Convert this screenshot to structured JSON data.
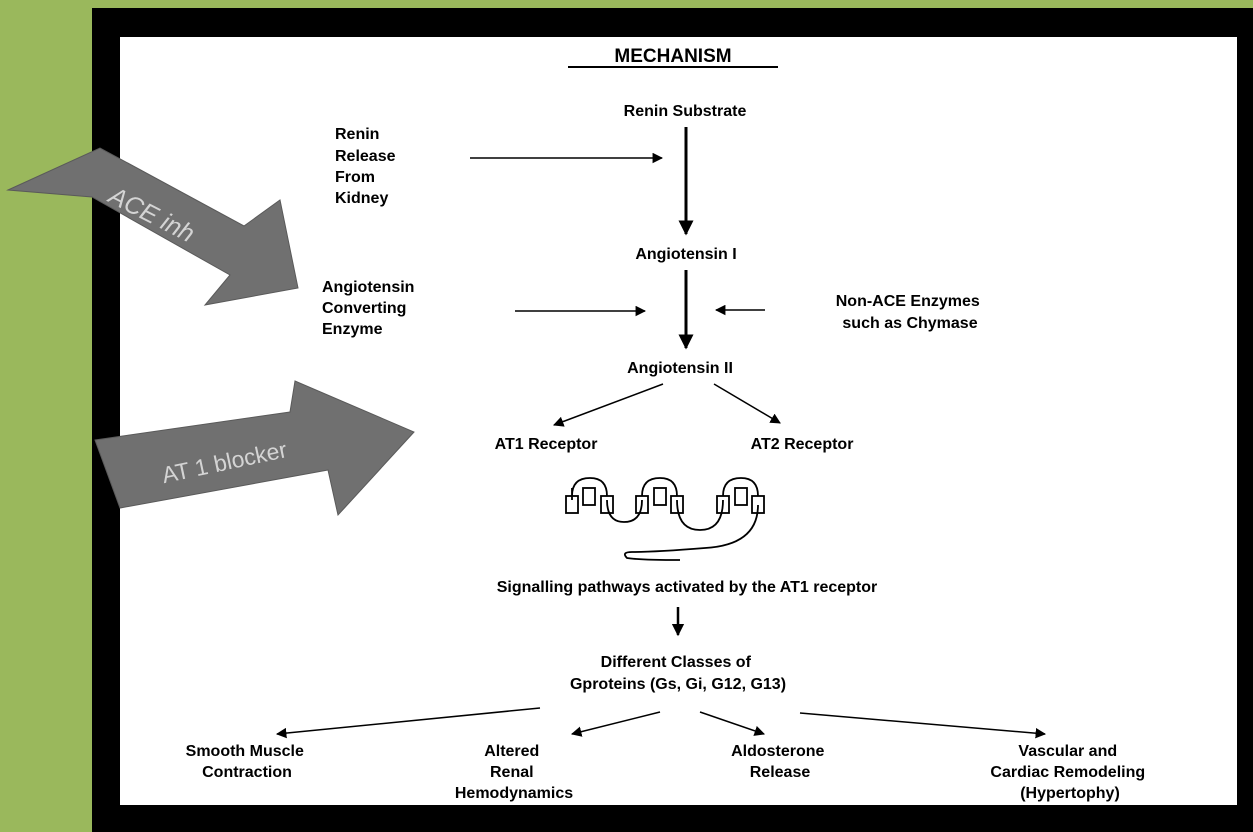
{
  "title": "MECHANISM",
  "nodes": {
    "renin_substrate": "Renin Substrate",
    "renin_release": [
      "Renin",
      "Release",
      "From",
      "Kidney"
    ],
    "angiotensin_1": "Angiotensin I",
    "ace": [
      "Angiotensin",
      "Converting",
      "Enzyme"
    ],
    "non_ace": [
      "Non-ACE Enzymes",
      "such as Chymase"
    ],
    "angiotensin_2": "Angiotensin II",
    "at1": "AT1 Receptor",
    "at2": "AT2 Receptor",
    "signalling": "Signalling pathways activated by the AT1 receptor",
    "gproteins": [
      "Different Classes of",
      "Gproteins (Gs, Gi, G12, G13)"
    ],
    "smooth_muscle": [
      "Smooth Muscle",
      "Contraction"
    ],
    "renal": [
      "Altered",
      "Renal",
      "Hemodynamics"
    ],
    "aldosterone": [
      "Aldosterone",
      "Release"
    ],
    "remodeling": [
      "Vascular and",
      "Cardiac Remodeling",
      "(Hypertophy)"
    ]
  },
  "callouts": {
    "ace_inh": "ACE inh",
    "at1_blocker": "AT 1 blocker"
  },
  "colors": {
    "background_green": "#9ab85c",
    "frame": "#000000",
    "panel": "#ffffff",
    "callout_arrow": "#707070",
    "callout_text": "#d4d4d4"
  }
}
